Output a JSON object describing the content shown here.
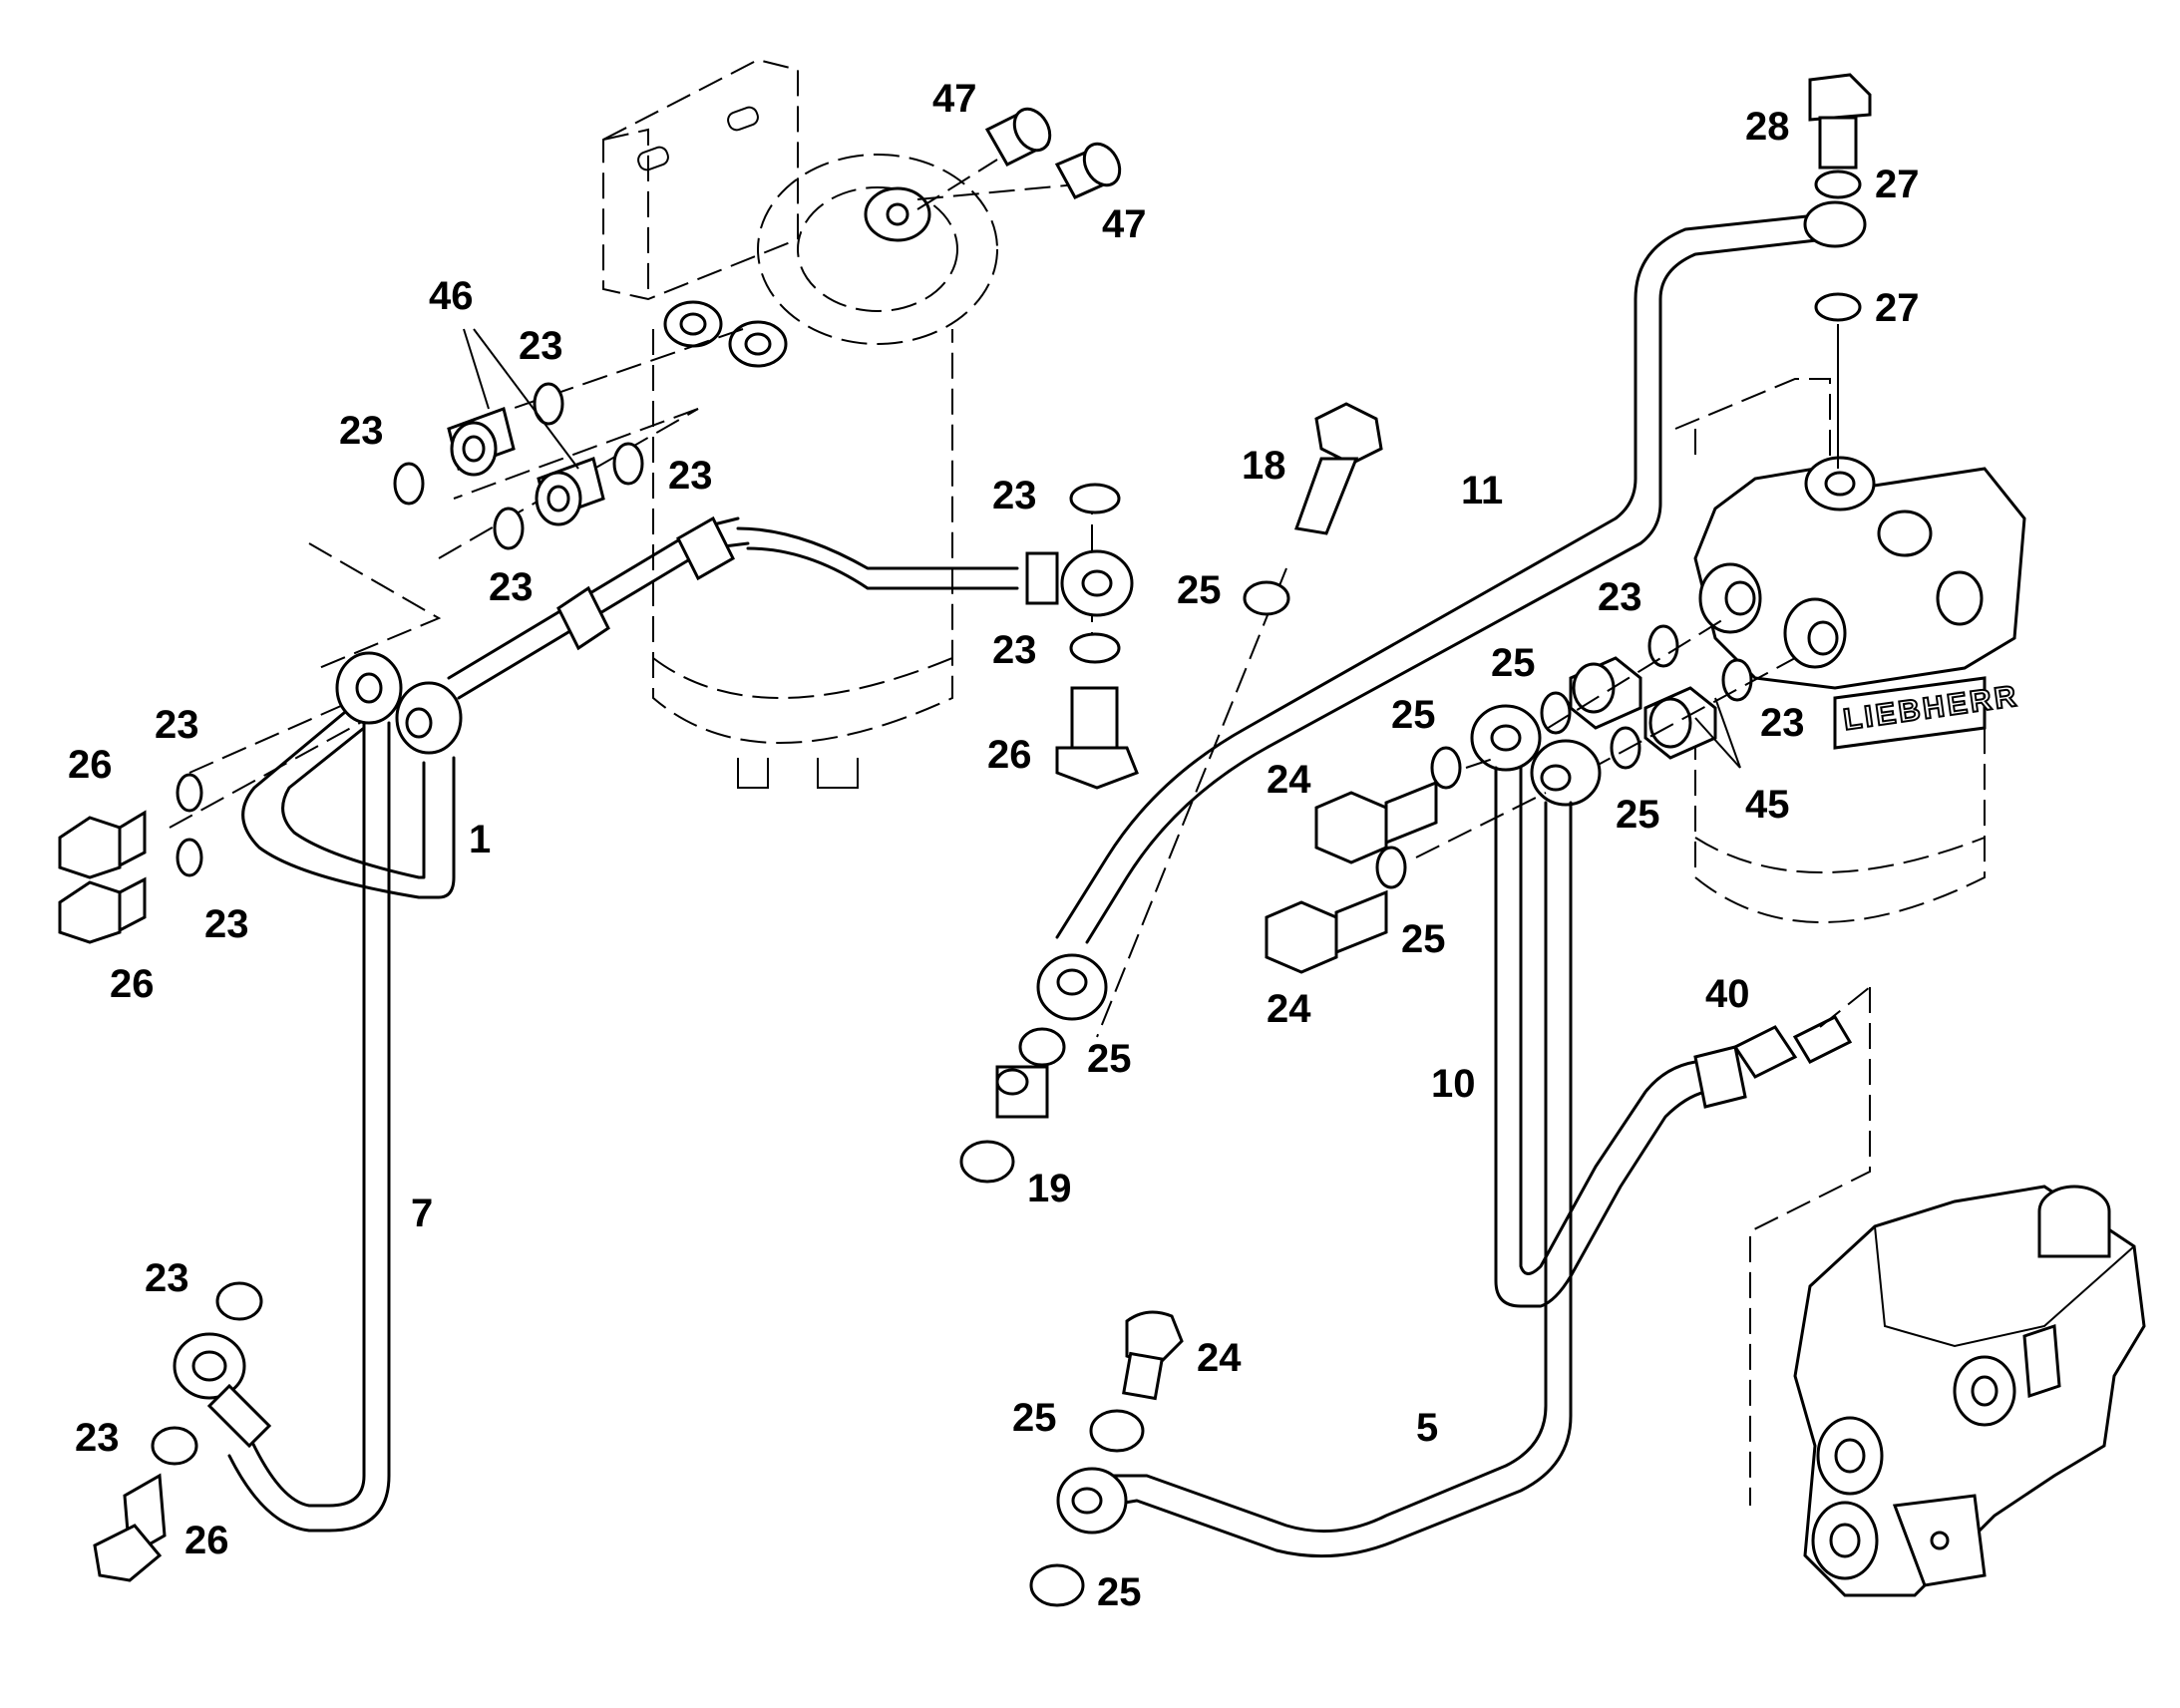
{
  "brand_text": "LIEBHERR",
  "callouts": [
    {
      "id": "c47a",
      "text": "47"
    },
    {
      "id": "c47b",
      "text": "47"
    },
    {
      "id": "c46",
      "text": "46"
    },
    {
      "id": "c23a",
      "text": "23"
    },
    {
      "id": "c23b",
      "text": "23"
    },
    {
      "id": "c23c",
      "text": "23"
    },
    {
      "id": "c23d",
      "text": "23"
    },
    {
      "id": "c23e",
      "text": "23"
    },
    {
      "id": "c23f",
      "text": "23"
    },
    {
      "id": "c23g",
      "text": "23"
    },
    {
      "id": "c23h",
      "text": "23"
    },
    {
      "id": "c23i",
      "text": "23"
    },
    {
      "id": "c23j",
      "text": "23"
    },
    {
      "id": "c23k",
      "text": "23"
    },
    {
      "id": "c23l",
      "text": "23"
    },
    {
      "id": "c26a",
      "text": "26"
    },
    {
      "id": "c26b",
      "text": "26"
    },
    {
      "id": "c26c",
      "text": "26"
    },
    {
      "id": "c26d",
      "text": "26"
    },
    {
      "id": "c1",
      "text": "1"
    },
    {
      "id": "c7",
      "text": "7"
    },
    {
      "id": "c18",
      "text": "18"
    },
    {
      "id": "c11",
      "text": "11"
    },
    {
      "id": "c25a",
      "text": "25"
    },
    {
      "id": "c25b",
      "text": "25"
    },
    {
      "id": "c25c",
      "text": "25"
    },
    {
      "id": "c25d",
      "text": "25"
    },
    {
      "id": "c25e",
      "text": "25"
    },
    {
      "id": "c25f",
      "text": "25"
    },
    {
      "id": "c25g",
      "text": "25"
    },
    {
      "id": "c25h",
      "text": "25"
    },
    {
      "id": "c24a",
      "text": "24"
    },
    {
      "id": "c24b",
      "text": "24"
    },
    {
      "id": "c24c",
      "text": "24"
    },
    {
      "id": "c19",
      "text": "19"
    },
    {
      "id": "c28",
      "text": "28"
    },
    {
      "id": "c27a",
      "text": "27"
    },
    {
      "id": "c27b",
      "text": "27"
    },
    {
      "id": "c45",
      "text": "45"
    },
    {
      "id": "c40",
      "text": "40"
    },
    {
      "id": "c10",
      "text": "10"
    },
    {
      "id": "c5",
      "text": "5"
    }
  ]
}
